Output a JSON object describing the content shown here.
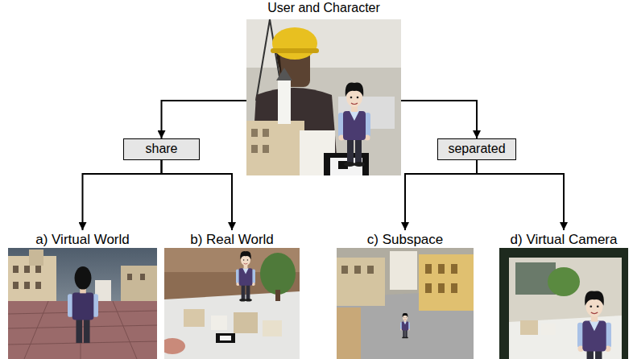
{
  "diagram": {
    "nodes": [
      {
        "text": [
          "User and Character"
        ]
      },
      {
        "text": [
          "share"
        ]
      },
      {
        "text": [
          "separated"
        ]
      },
      {
        "text": [
          "a) Virtual World"
        ]
      },
      {
        "text": [
          "b) Real World"
        ]
      },
      {
        "text": [
          "c) Subspace"
        ]
      },
      {
        "text": [
          "d) Virtual Camera"
        ]
      }
    ],
    "edges": [
      {
        "from": 0,
        "to": 1,
        "arrow": "to"
      },
      {
        "from": 0,
        "to": 2,
        "arrow": "to"
      },
      {
        "from": 1,
        "to": 3,
        "arrow": "to"
      },
      {
        "from": 1,
        "to": 4,
        "arrow": "to"
      },
      {
        "from": 2,
        "to": 5,
        "arrow": "to"
      },
      {
        "from": 2,
        "to": 6,
        "arrow": "to"
      }
    ]
  }
}
